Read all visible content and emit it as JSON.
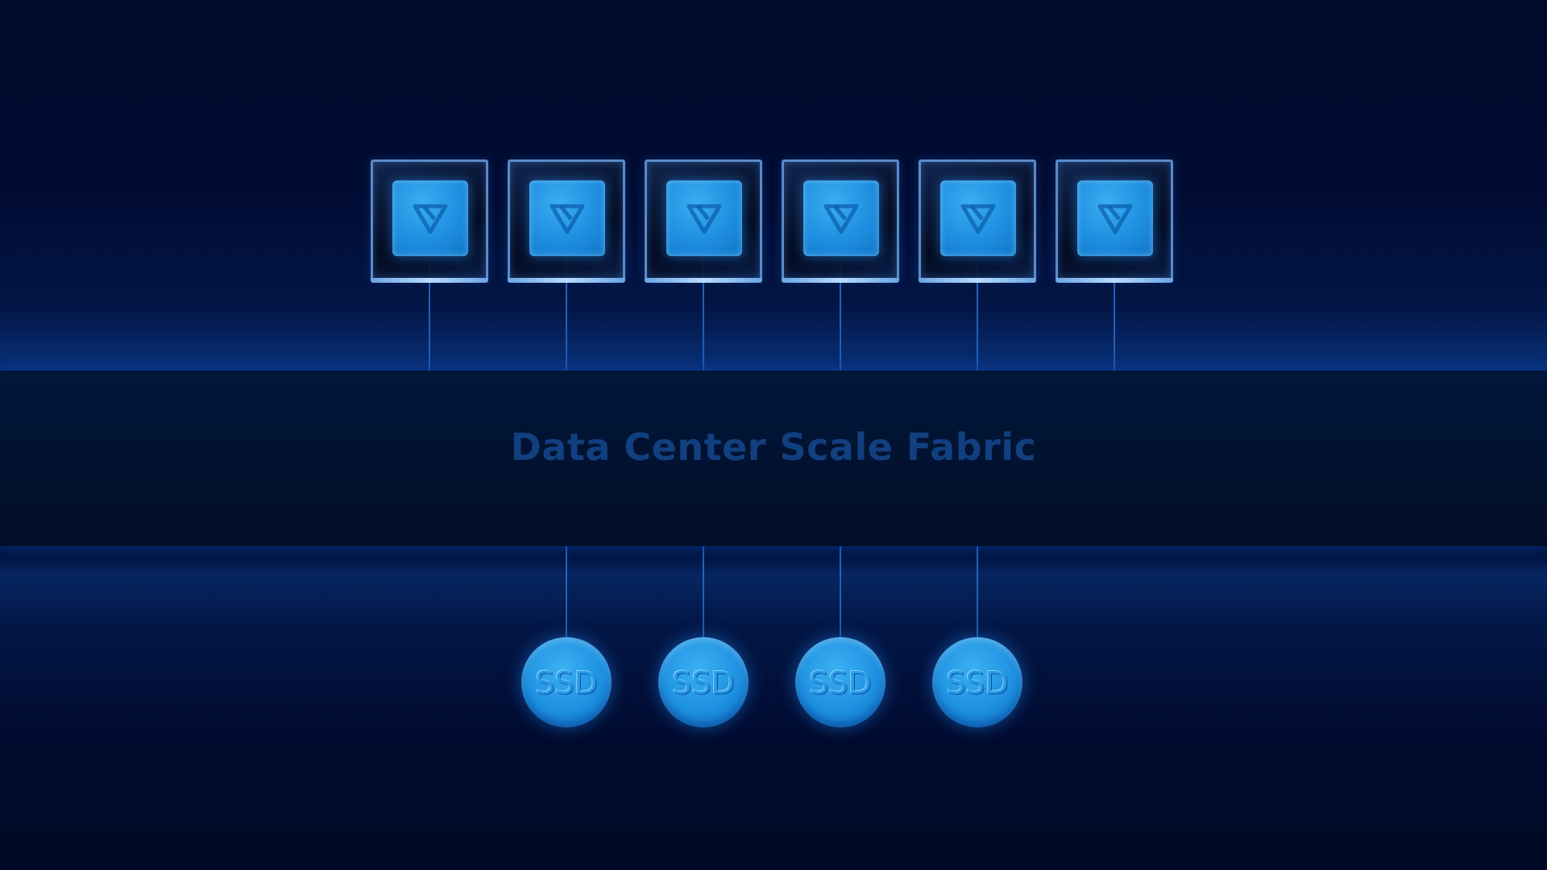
{
  "fabric": {
    "label": "Data Center Scale Fabric"
  },
  "compute_nodes": [
    {
      "icon": "triangle-logo-icon"
    },
    {
      "icon": "triangle-logo-icon"
    },
    {
      "icon": "triangle-logo-icon"
    },
    {
      "icon": "triangle-logo-icon"
    },
    {
      "icon": "triangle-logo-icon"
    },
    {
      "icon": "triangle-logo-icon"
    }
  ],
  "storage_nodes": [
    {
      "label": "SSD"
    },
    {
      "label": "SSD"
    },
    {
      "label": "SSD"
    },
    {
      "label": "SSD"
    }
  ],
  "colors": {
    "background": "#000a2a",
    "accent": "#1e8ee0",
    "fabric_text": "#123f7f"
  }
}
